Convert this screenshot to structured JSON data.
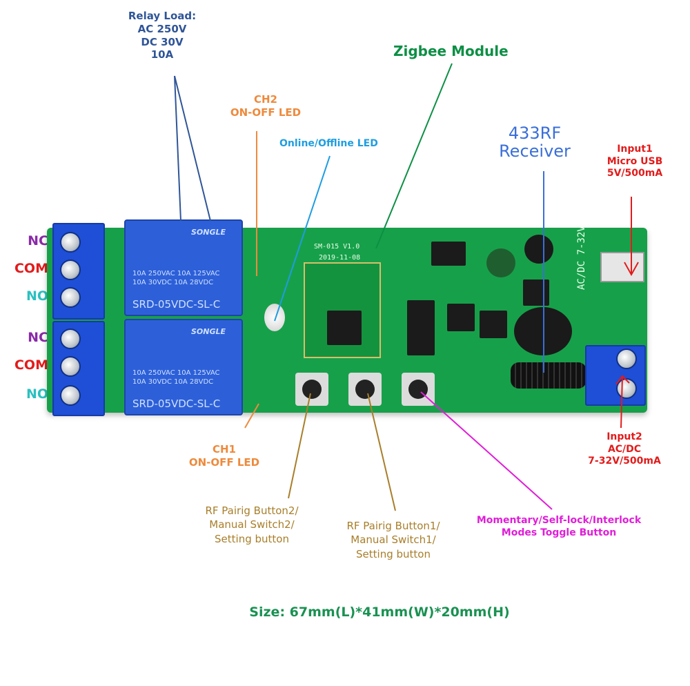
{
  "title": "Zigbee 2-Channel Relay Module Diagram",
  "labels": {
    "relay_load": [
      "Relay Load:",
      "AC 250V",
      "DC 30V",
      "10A"
    ],
    "zigbee_module": "Zigbee Module",
    "ch2_led": [
      "CH2",
      "ON-OFF LED"
    ],
    "online_offline_led": "Online/Offline LED",
    "rf_receiver": [
      "433RF",
      "Receiver"
    ],
    "input1": [
      "Input1",
      "Micro USB",
      "5V/500mA"
    ],
    "ch1_led": [
      "CH1",
      "ON-OFF LED"
    ],
    "rf_button2": [
      "RF Pairig Button2/",
      "Manual Switch2/",
      "Setting button"
    ],
    "rf_button1": [
      "RF Pairig Button1/",
      "Manual Switch1/",
      "Setting button"
    ],
    "modes_toggle": [
      "Momentary/Self-lock/Interlock",
      "Modes Toggle Button"
    ],
    "input2": [
      "Input2",
      "AC/DC",
      "7-32V/500mA"
    ],
    "size": "Size:  67mm(L)*41mm(W)*20mm(H)"
  },
  "terminals": [
    {
      "label": "NC",
      "color": "#8a2aa8"
    },
    {
      "label": "COM",
      "color": "#e31b1b"
    },
    {
      "label": "NO",
      "color": "#2bc0c0"
    },
    {
      "label": "NC",
      "color": "#8a2aa8"
    },
    {
      "label": "COM",
      "color": "#e31b1b"
    },
    {
      "label": "NO",
      "color": "#2bc0c0"
    }
  ],
  "relays": [
    {
      "brand": "SONGLE",
      "spec": [
        "10A 250VAC  10A 125VAC",
        "10A  30VDC  10A  28VDC"
      ],
      "model": "SRD-05VDC-SL-C"
    },
    {
      "brand": "SONGLE",
      "spec": [
        "10A 250VAC  10A 125VAC",
        "10A  30VDC  10A  28VDC"
      ],
      "model": "SRD-05VDC-SL-C"
    }
  ],
  "silkscreen": {
    "module_version": "SM-015 V1.0",
    "module_date": "2019-11-08",
    "input_rating": "AC/DC 7-32V"
  }
}
